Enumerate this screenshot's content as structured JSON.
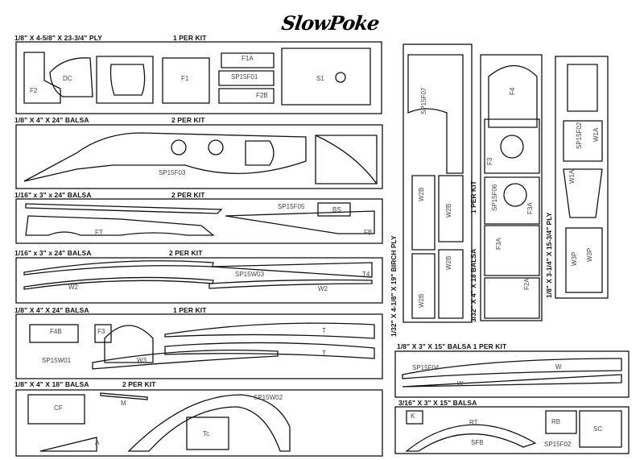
{
  "logo": "SlowPoke",
  "sheets": {
    "s1": {
      "header": "1/8\" X 4-5/8\" X 23-3/4\" PLY",
      "qty": "1 PER KIT",
      "parts": [
        "DC",
        "F2",
        "F1",
        "F1A",
        "F2B",
        "SP15F01",
        "S1"
      ]
    },
    "s2": {
      "header": "1/8\" X 4\" X 24\" BALSA",
      "qty": "2 PER KIT",
      "parts": [
        "SP15F03"
      ]
    },
    "s3": {
      "header": "1/16\" x 3\" x 24\" BALSA",
      "qty": "2 PER KIT",
      "parts": [
        "SP15F05",
        "BS",
        "FT",
        "FB"
      ]
    },
    "s4": {
      "header": "1/16\" x 3\" x 24\" BALSA",
      "qty": "2 PER KIT",
      "parts": [
        "W2",
        "SP15W03",
        "W2",
        "T4"
      ]
    },
    "s5": {
      "header": "1/8\" X 4\" X 24\" BALSA",
      "qty": "1 PER KIT",
      "parts": [
        "F4B",
        "F3",
        "SP15W01",
        "W3",
        "T",
        "T"
      ]
    },
    "s6": {
      "header": "1/8\" X 4\" X 18\" BALSA",
      "qty": "2 PER KIT",
      "parts": [
        "CF",
        "M",
        "SP15W02",
        "A",
        "Tc"
      ]
    },
    "s7": {
      "header": "1/32\" X 4-1/8\" X 19\" BIRCH PLY",
      "parts": [
        "SP15F07",
        "W2B",
        "W2B",
        "W2B",
        "W2B"
      ]
    },
    "s8": {
      "header": "3/32\" X 4\" X 18 BALSA",
      "qty": "1 PER KIT",
      "parts": [
        "F4",
        "F3",
        "SP15F06",
        "F3A",
        "F3A",
        "F2A"
      ]
    },
    "s9": {
      "header": "1/8\" X 3-1/4\" X 15-3/4\" PLY",
      "parts": [
        "SP15F02",
        "W1A",
        "W1A",
        "W3P",
        "W3P"
      ]
    },
    "s10": {
      "header": "1/8\" X 3\" X 15\" BALSA 1 PER KIT",
      "parts": [
        "SP15F04",
        "W",
        "W"
      ]
    },
    "s11": {
      "header": "3/16\" X 3\" X 15\" BALSA",
      "parts": [
        "K",
        "RT",
        "RB",
        "SC",
        "SFB",
        "SP15F02"
      ]
    }
  }
}
